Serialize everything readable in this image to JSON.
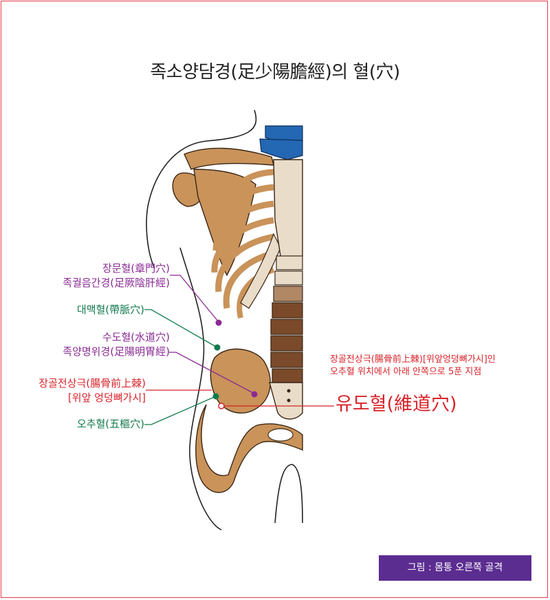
{
  "title": "족소양담경(足少陽膽經)의 혈(穴)",
  "labels": {
    "jangmun_1": "장문혈(章門穴)",
    "jangmun_2": "족궐음간경(足厥陰肝經)",
    "daemaek": "대맥혈(帶脈穴)",
    "sudo_1": "수도혈(水道穴)",
    "sudo_2": "족양명위경(足陽明胃經)",
    "asis_1": "장골전상극(腸骨前上棘)",
    "asis_2": "[위앞 엉덩뼈가시]",
    "ochu": "오추혈(五樞穴)",
    "yudo": "유도혈(維道穴)",
    "note_1": "장골전상극(腸骨前上棘)[위앞엉덩뼈가시]인",
    "note_2": "오추혈 위치에서 아래 안쪽으로 5푼 지점"
  },
  "caption": "그림 : 몸통 오른쪽 골격",
  "colors": {
    "purple": "#8a2a93",
    "green": "#117a4b",
    "red": "#d8232a",
    "bone": "#c9935a",
    "bone_light": "#e9dcc8",
    "disc": "#7a4a2a",
    "cervical": "#2467b3",
    "caption_bg": "#5b2d91"
  }
}
